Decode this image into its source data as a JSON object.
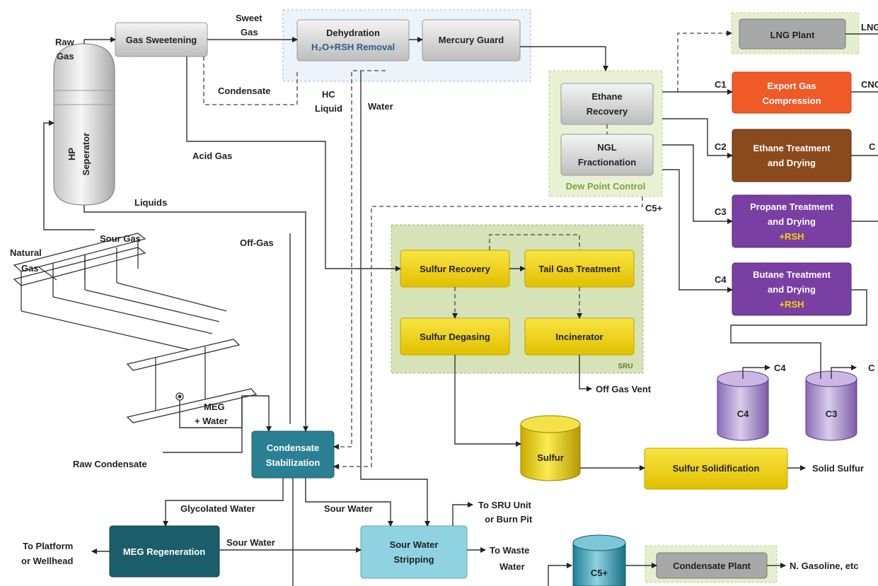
{
  "colors": {
    "grey_box": "#d4d4d4",
    "yellow_box": "#f2d40c",
    "orange_box": "#f05a28",
    "brown_box": "#8b4a1c",
    "purple_box": "#7a3fa3",
    "teal_box": "#2b7f93",
    "dark_teal_box": "#1c5d6b",
    "light_blue_box": "#8fd3e3",
    "green_panel": "#e4efcf",
    "blue_panel": "#edf3fa"
  },
  "boxes": {
    "gas_sweetening": "Gas Sweetening",
    "dehydration": "Dehydration",
    "dehydration_sub": "H₂O+RSH Removal",
    "mercury_guard": "Mercury Guard",
    "ethane_recovery": [
      "Ethane",
      "Recovery"
    ],
    "ngl_fractionation": [
      "NGL",
      "Fractionation"
    ],
    "dew_point_control": "Dew Point Control",
    "lng_plant": "LNG Plant",
    "export_gas": [
      "Export Gas",
      "Compression"
    ],
    "ethane_treatment": [
      "Ethane Treatment",
      "and Drying"
    ],
    "propane_treatment": [
      "Propane Treatment",
      "and Drying",
      "+RSH"
    ],
    "butane_treatment": [
      "Butane Treatment",
      "and Drying",
      "+RSH"
    ],
    "sulfur_recovery": "Sulfur Recovery",
    "tail_gas": "Tail Gas Treatment",
    "sulfur_degasing": "Sulfur Degasing",
    "incinerator": "Incinerator",
    "sru": "SRU",
    "condensate_stabilization": [
      "Condensate",
      "Stabilization"
    ],
    "meg_regeneration": "MEG Regeneration",
    "sour_water_stripping": [
      "Sour Water",
      "Stripping"
    ],
    "sulfur_solidification": "Sulfur Solidification",
    "condensate_plant": "Condensate Plant"
  },
  "vessels": {
    "hp_separator": [
      "HP",
      "Seperator"
    ],
    "sulfur": "Sulfur",
    "c4": "C4",
    "c3": "C3",
    "c5": "C5+"
  },
  "labels": {
    "raw_gas": [
      "Raw",
      "Gas"
    ],
    "sweet_gas": [
      "Sweet",
      "Gas"
    ],
    "condensate": "Condensate",
    "hc_liquid": [
      "HC",
      "Liquid"
    ],
    "water": "Water",
    "acid_gas": "Acid Gas",
    "liquids": "Liquids",
    "c5_plus": "C5+",
    "sour_gas": "Sour Gas",
    "off_gas": "Off-Gas",
    "natural_gas": [
      "Natural",
      "Gas"
    ],
    "meg_water": [
      "MEG",
      "+ Water"
    ],
    "raw_condensate": "Raw Condensate",
    "lng_out": "LNG",
    "cng_out": "CNG",
    "c_out": "C",
    "c1": "C1",
    "c2": "C2",
    "c3": "C3",
    "c4": "C4",
    "c4_tank_out": "C4",
    "c3_tank_out": "C",
    "off_gas_vent": "Off Gas Vent",
    "solid_sulfur": "Solid Sulfur",
    "glycolated_water": "Glycolated Water",
    "sour_water_1": "Sour Water",
    "sour_water_2": "Sour Water",
    "to_sru": [
      "To SRU Unit",
      "or Burn Pit"
    ],
    "to_waste": [
      "To Waste",
      "Water"
    ],
    "to_platform": [
      "To Platform",
      "or Wellhead"
    ],
    "n_gasoline": "N. Gasoline, etc"
  }
}
